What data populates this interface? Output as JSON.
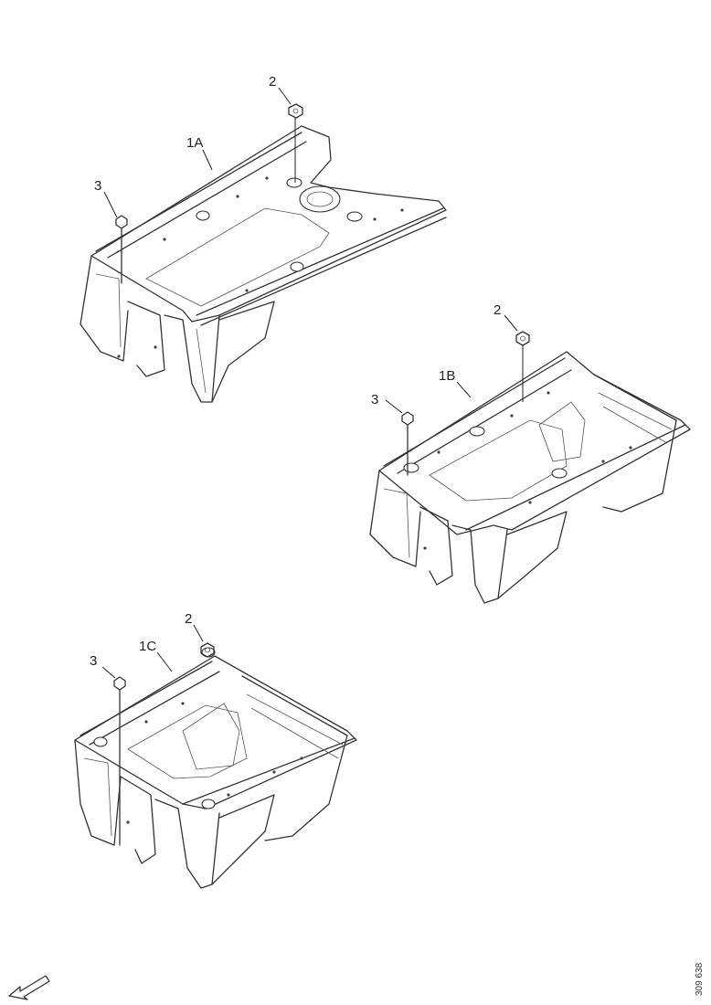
{
  "diagram": {
    "assemblies": [
      {
        "id": "1A",
        "label": "1A",
        "nut_label": "2",
        "bolt_label": "3"
      },
      {
        "id": "1B",
        "label": "1B",
        "nut_label": "2",
        "bolt_label": "3"
      },
      {
        "id": "1C",
        "label": "1C",
        "nut_label": "2",
        "bolt_label": "3"
      }
    ],
    "corner_code": "309 638",
    "direction_arrow": "front-direction-arrow-icon"
  }
}
